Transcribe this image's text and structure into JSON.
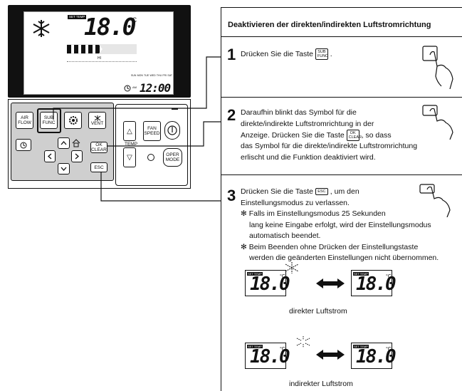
{
  "remote": {
    "lcd": {
      "set_temp_badge": "SET TEMP",
      "temperature": "18.0",
      "unit": "°C",
      "hi": "HI",
      "am": "AM",
      "clock": "12:00",
      "days": [
        "SUN",
        "MON",
        "TUE",
        "WED",
        "THU",
        "FRI",
        "SAT"
      ]
    },
    "buttons": {
      "air_flow": "AIR FLOW",
      "sub_func": "SUB FUNC",
      "vent": "VENT",
      "ok_clear": "OK CLEAR",
      "esc": "ESC",
      "fan_speed": "FAN SPEED",
      "temp": "TEMP",
      "oper_mode": "OPER MODE"
    }
  },
  "instructions": {
    "title": "Deaktivieren der direkten/indirekten Luftstromrichtung",
    "steps": [
      {
        "number": "1",
        "text_before_key": "Drücken Sie die Taste",
        "key": "SUB FUNC",
        "text_after_key": "."
      },
      {
        "number": "2",
        "line1": "Daraufhin blinkt das Symbol für die",
        "line2": "direkte/indirekte Luftstromrichtung in der",
        "line3_before_key": "Anzeige. Drücken Sie die Taste",
        "key": "OK CLEAR",
        "line3_after_key": ", so dass",
        "line4": "das Symbol für die direkte/indirekte Luftstromrichtung",
        "line5": "erlischt und die Funktion deaktiviert wird."
      },
      {
        "number": "3",
        "line1_before_key": "Drücken Sie die Taste",
        "key": "ESC",
        "line1_after_key": ", um den",
        "line2": "Einstellungsmodus zu verlassen.",
        "note1_line1": "✻ Falls im Einstellungsmodus 25 Sekunden",
        "note1_line2": "lang keine Eingabe erfolgt, wird der Einstellungsmodus",
        "note1_line3": "automatisch beendet.",
        "note2_line1": "✻ Beim Beenden ohne Drücken der Einstellungstaste",
        "note2_line2": "werden die geänderten Einstellungen nicht übernommen."
      }
    ],
    "display_examples": {
      "set_temp_badge": "SET TEMP",
      "temperature": "18.0",
      "unit": "°C",
      "direct_label": "direkter Luftstrom",
      "indirect_label": "indirekter Luftstrom"
    }
  }
}
